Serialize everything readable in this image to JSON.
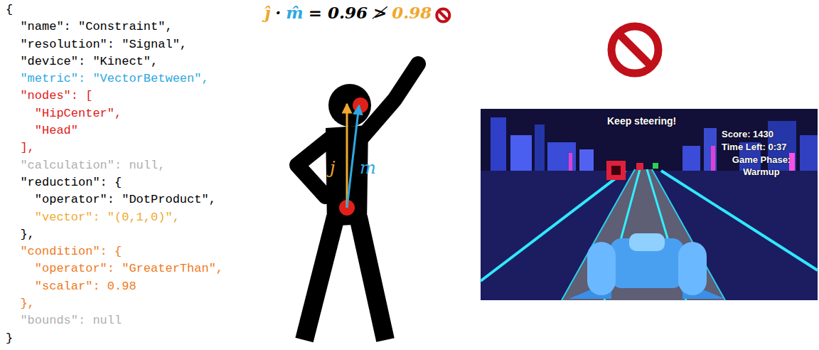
{
  "diagram": {
    "nodes": [
      {
        "text": [
          "Keep steering!",
          "Score: 1430",
          "Time Left: 0:37",
          "Game Phase: Warmup"
        ]
      }
    ],
    "labels": [
      "{",
      "\"name\": \"Constraint\",",
      "\"resolution\": \"Signal\",",
      "\"device\": \"Kinect\",",
      "\"metric\": \"VectorBetween\",",
      "\"nodes\": [",
      "\"HipCenter\",",
      "\"Head\"",
      "],",
      "\"calculation\": null,",
      "\"reduction\": {",
      "\"operator\": \"DotProduct\",",
      "\"vector\": \"(0,1,0)\",",
      "},",
      "\"condition\": {",
      "\"operator\": \"GreaterThan\",",
      "\"scalar\": 0.98",
      "},",
      "\"bounds\": null",
      "}",
      "ĵ",
      "·",
      "m̂",
      "= 0.96 ≯",
      "0.98",
      "j",
      "m"
    ]
  }
}
